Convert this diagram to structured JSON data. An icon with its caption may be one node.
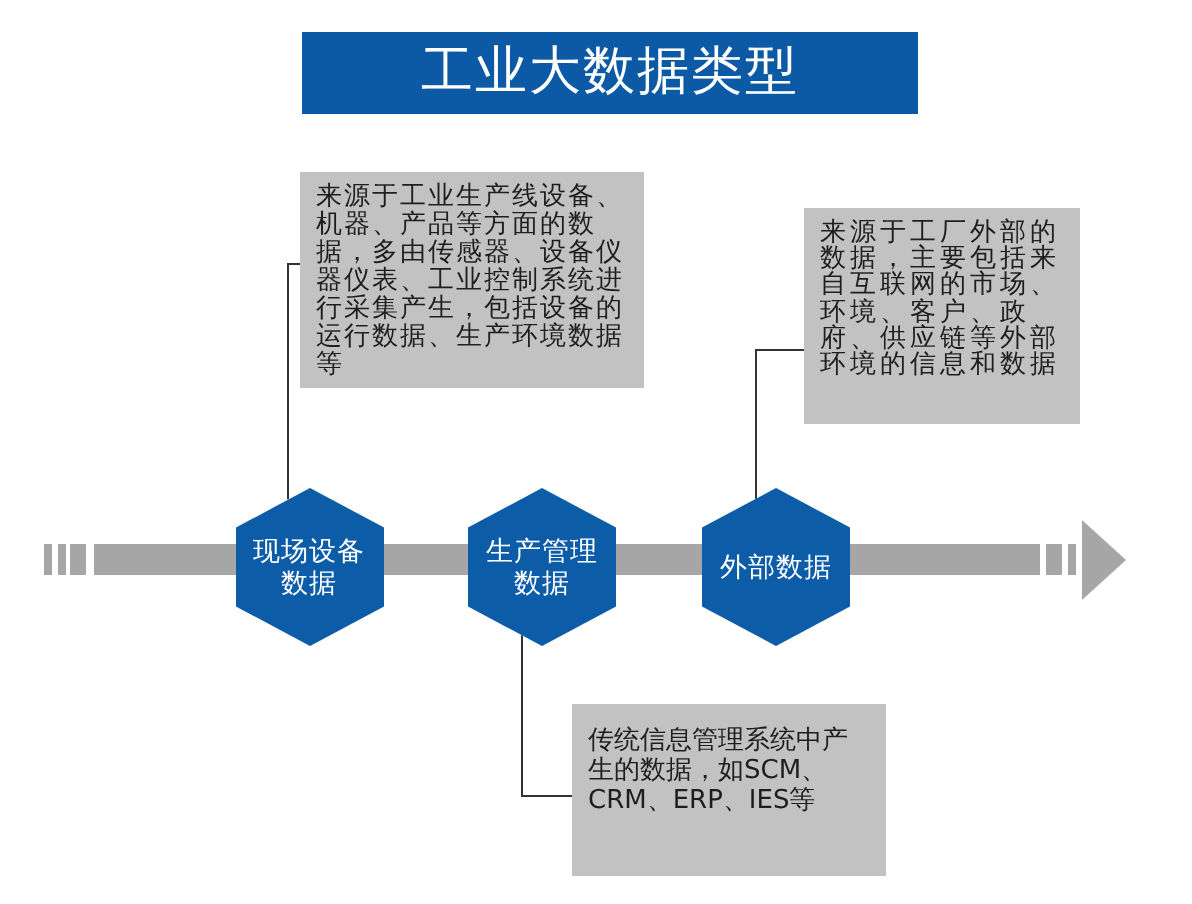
{
  "diagram": {
    "title": "工业大数据类型",
    "nodes": [
      {
        "text": [
          "来源于工业生产线设备、机器、产品等方面的数据，多由传感器、设备仪器仪表、工业控制系统进行采集产生，包括设备的运行数据、生产环境数据等"
        ]
      },
      {
        "text": [
          "来源于工厂外部的数据，主要包括来自互联网的市场、环境、客户、政府、供应链等外部环境的信息和数据"
        ]
      },
      {
        "text": [
          "现场设备数据"
        ]
      },
      {
        "text": [
          "生产管理数据"
        ]
      },
      {
        "text": [
          "外部数据"
        ]
      },
      {
        "text": [
          "传统信息管理系统中产生的数据，如SCM、CRM、ERP、IES等"
        ]
      }
    ],
    "edges": [
      {
        "from": 0,
        "to": 2,
        "arrow": "none"
      },
      {
        "from": 1,
        "to": 4,
        "arrow": "none"
      },
      {
        "from": 5,
        "to": 3,
        "arrow": "none"
      }
    ]
  }
}
